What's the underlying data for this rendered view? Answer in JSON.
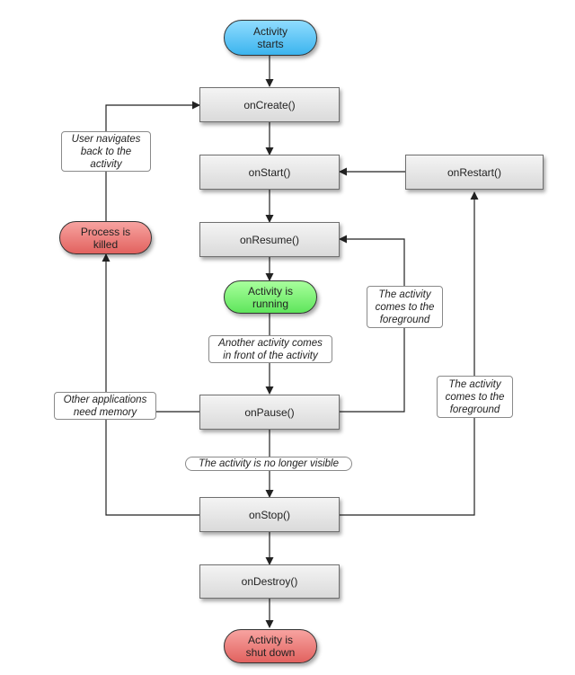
{
  "nodes": {
    "activity_starts": "Activity\nstarts",
    "on_create": "onCreate()",
    "on_start": "onStart()",
    "on_restart": "onRestart()",
    "on_resume": "onResume()",
    "activity_running": "Activity is\nrunning",
    "on_pause": "onPause()",
    "on_stop": "onStop()",
    "on_destroy": "onDestroy()",
    "process_killed": "Process is\nkilled",
    "activity_shut_down": "Activity is\nshut down"
  },
  "labels": {
    "user_navigates_back": "User navigates\nback to the\nactivity",
    "comes_to_foreground_1": "The activity\ncomes to the\nforeground",
    "comes_to_foreground_2": "The activity\ncomes to the\nforeground",
    "another_activity_front": "Another activity comes\nin front of the activity",
    "other_apps_memory": "Other applications\nneed memory",
    "no_longer_visible": "The activity is no longer visible"
  },
  "colors": {
    "start": "#5cc6f7",
    "running": "#7af06f",
    "terminal": "#ea7c78",
    "box": "#e6e6e6",
    "edge": "#222222"
  }
}
